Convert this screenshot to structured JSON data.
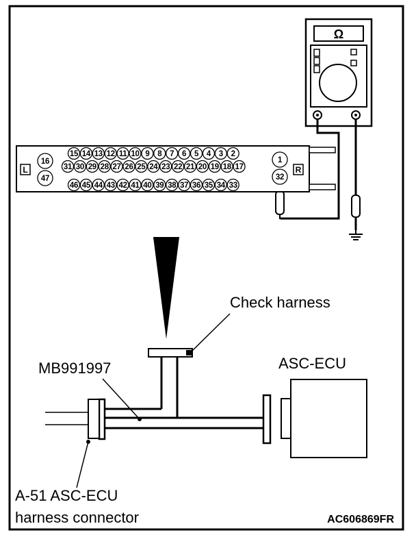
{
  "meter": {
    "symbol": "Ω"
  },
  "connector": {
    "left_mark": "L",
    "right_mark": "R",
    "left_pins": [
      "16",
      "47"
    ],
    "right_pins": [
      "1",
      "32"
    ],
    "row1": [
      "15",
      "14",
      "13",
      "12",
      "11",
      "10",
      "9",
      "8",
      "7",
      "6",
      "5",
      "4",
      "3",
      "2"
    ],
    "row2": [
      "31",
      "30",
      "29",
      "28",
      "27",
      "26",
      "25",
      "24",
      "23",
      "22",
      "21",
      "20",
      "19",
      "18",
      "17"
    ],
    "row3": [
      "46",
      "45",
      "44",
      "43",
      "42",
      "41",
      "40",
      "39",
      "38",
      "37",
      "36",
      "35",
      "34",
      "33"
    ]
  },
  "labels": {
    "check_harness": "Check harness",
    "tool": "MB991997",
    "ecu": "ASC-ECU",
    "connector_line1": "A-51 ASC-ECU",
    "connector_line2": "harness connector",
    "code": "AC606869FR"
  }
}
